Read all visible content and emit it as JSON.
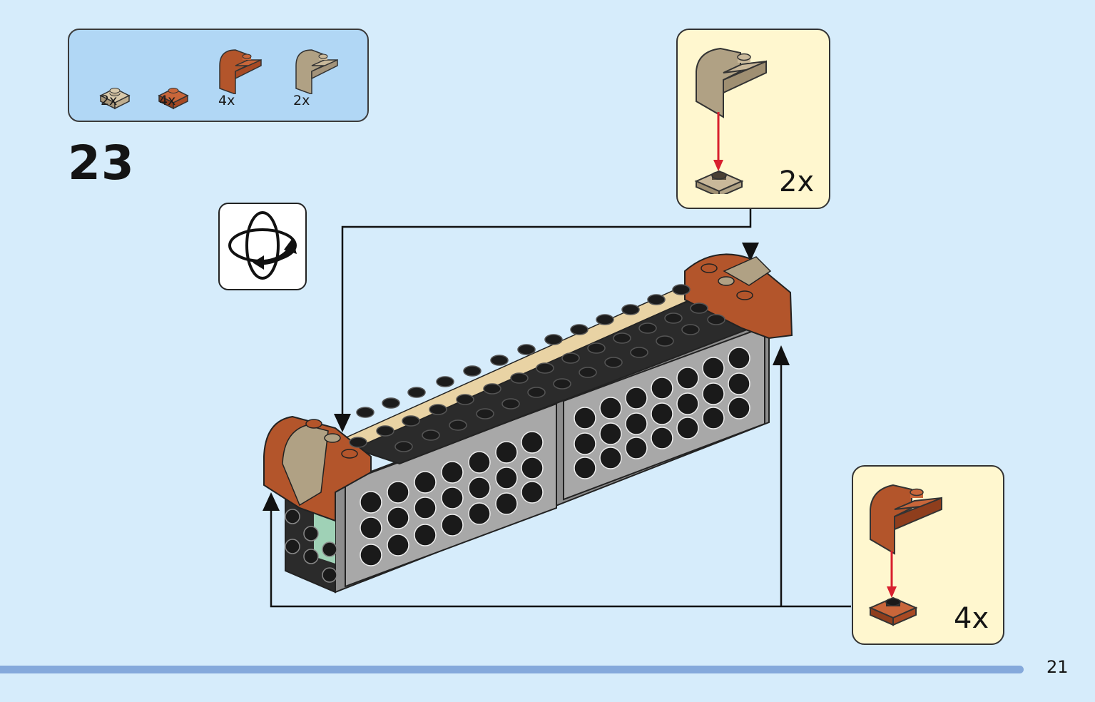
{
  "parts_list": {
    "items": [
      {
        "icon": "tan-plate-1x1-icon",
        "count": "2x",
        "color": "#c9b89a"
      },
      {
        "icon": "orange-plate-1x1-icon",
        "count": "4x",
        "color": "#b3552b"
      },
      {
        "icon": "orange-curved-slope-icon",
        "count": "4x",
        "color": "#b3552b"
      },
      {
        "icon": "tan-curved-slope-icon",
        "count": "2x",
        "color": "#b0a184"
      }
    ]
  },
  "step": {
    "number": "23"
  },
  "callouts": [
    {
      "count": "2x",
      "part_color": "#b0a184"
    },
    {
      "count": "4x",
      "part_color": "#b3552b"
    }
  ],
  "footer": {
    "page_number": "21"
  },
  "colors": {
    "background": "#d6ecfb",
    "parts_box": "#b1d7f5",
    "callout_bg": "#fff7cf",
    "arrow_red": "#d8202e",
    "footer_bar": "#85a9db"
  }
}
